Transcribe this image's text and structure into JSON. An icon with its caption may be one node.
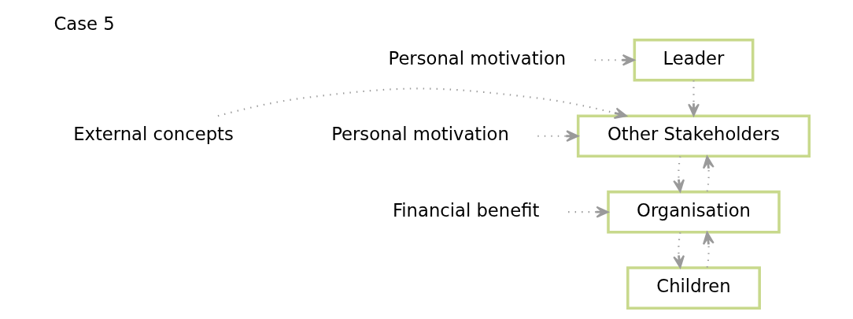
{
  "diagram": {
    "title": "Case 5",
    "nodes": [
      {
        "text": [
          "Leader"
        ]
      },
      {
        "text": [
          "Personal motivation"
        ]
      },
      {
        "text": [
          "External concepts"
        ]
      },
      {
        "text": [
          "Other Stakeholders"
        ]
      },
      {
        "text": [
          "Personal motivation"
        ]
      },
      {
        "text": [
          "Organisation"
        ]
      },
      {
        "text": [
          "Financial benefit"
        ]
      },
      {
        "text": [
          "Children"
        ]
      }
    ],
    "edges": [
      {
        "from": 1,
        "to": 0,
        "arrow": "to"
      },
      {
        "from": 0,
        "to": 3,
        "arrow": "to"
      },
      {
        "from": 2,
        "to": 3,
        "arrow": "to"
      },
      {
        "from": 4,
        "to": 3,
        "arrow": "to"
      },
      {
        "from": 3,
        "to": 5,
        "arrow": "to"
      },
      {
        "from": 5,
        "to": 3,
        "arrow": "to"
      },
      {
        "from": 6,
        "to": 5,
        "arrow": "to"
      },
      {
        "from": 5,
        "to": 7,
        "arrow": "to"
      },
      {
        "from": 7,
        "to": 5,
        "arrow": "to"
      }
    ]
  }
}
